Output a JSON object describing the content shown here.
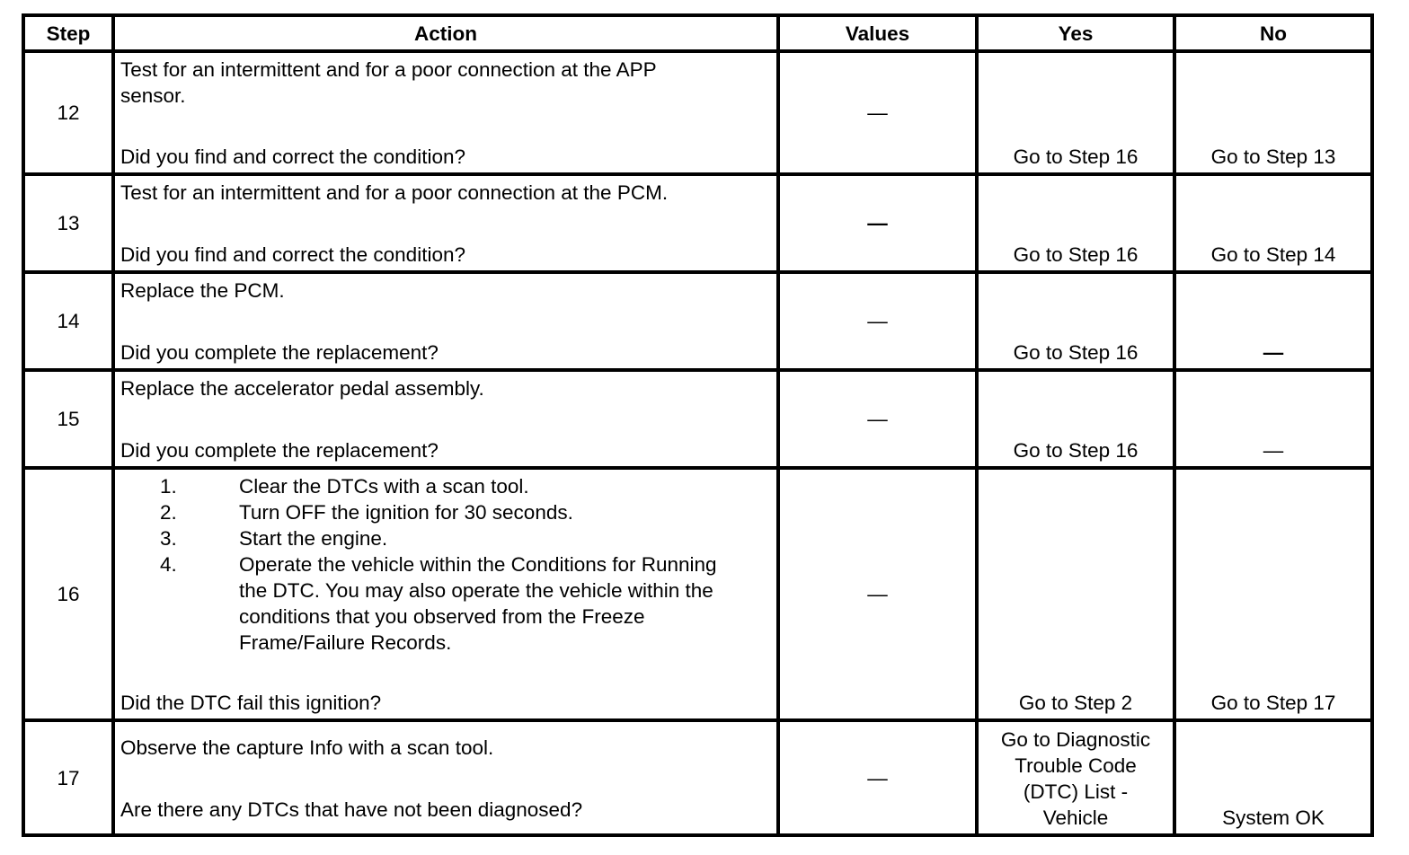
{
  "headers": {
    "step": "Step",
    "action": "Action",
    "values": "Values",
    "yes": "Yes",
    "no": "No"
  },
  "rows": [
    {
      "step": "12",
      "action_lines": [
        "Test for an intermittent and for a poor connection at the APP",
        "sensor."
      ],
      "question": "Did you find and correct the condition?",
      "values": "—",
      "yes": "Go to Step 16",
      "no": "Go to Step 13"
    },
    {
      "step": "13",
      "action_lines": [
        "Test for an intermittent and for a poor connection at the PCM."
      ],
      "question": "Did you find and correct the condition?",
      "values": "—",
      "yes": "Go to Step 16",
      "no": "Go to Step 14"
    },
    {
      "step": "14",
      "action_lines": [
        "Replace the PCM."
      ],
      "question": "Did you complete the replacement?",
      "values": "—",
      "yes": "Go to Step 16",
      "no": "—"
    },
    {
      "step": "15",
      "action_lines": [
        "Replace the accelerator pedal assembly."
      ],
      "question": "Did you complete the replacement?",
      "values": "—",
      "yes": "Go to Step 16",
      "no": "—"
    },
    {
      "step": "16",
      "substeps": [
        {
          "num": "1.",
          "text": "Clear the DTCs with a scan tool."
        },
        {
          "num": "2.",
          "text": "Turn OFF the ignition for 30 seconds."
        },
        {
          "num": "3.",
          "text": "Start the engine."
        },
        {
          "num": "4.",
          "text": "Operate the vehicle within the Conditions for Running the DTC. You may also operate the vehicle within the conditions that you observed from the Freeze Frame/Failure Records."
        }
      ],
      "question": "Did the DTC fail this ignition?",
      "values": "—",
      "yes": "Go to Step 2",
      "no": "Go to Step 17"
    },
    {
      "step": "17",
      "action_lines": [
        "Observe the capture Info with a scan tool."
      ],
      "question": "Are there any DTCs that have not been diagnosed?",
      "values": "—",
      "yes_lines": [
        "Go to Diagnostic",
        "Trouble Code",
        "(DTC) List -",
        "Vehicle"
      ],
      "no": "System OK"
    }
  ]
}
